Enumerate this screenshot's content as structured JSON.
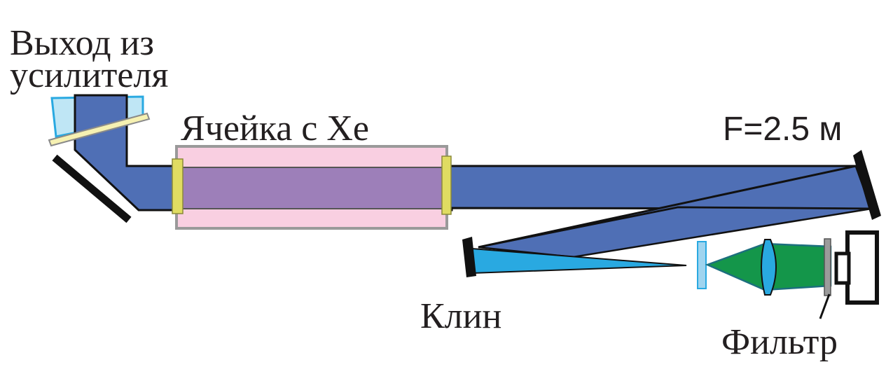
{
  "labels": {
    "amplifier_output_line1": "Выход из",
    "amplifier_output_line2": "усилителя",
    "xe_cell": "Ячейка с Хе",
    "focal_length": "F=2.5 м",
    "wedge": "Клин",
    "filter": "Фильтр"
  },
  "colors": {
    "beam": "#4f6fb5",
    "xe_cell_fill": "#f9cfe1",
    "xe_cell_border": "#9a9a9a",
    "window": "#e0dc62",
    "reflected_beam": "#29a9e1",
    "imaging_beam": "#14964a",
    "lens": "#29a9e1",
    "splitter_glass": "#bfe6f5",
    "mirror": "#111111"
  }
}
